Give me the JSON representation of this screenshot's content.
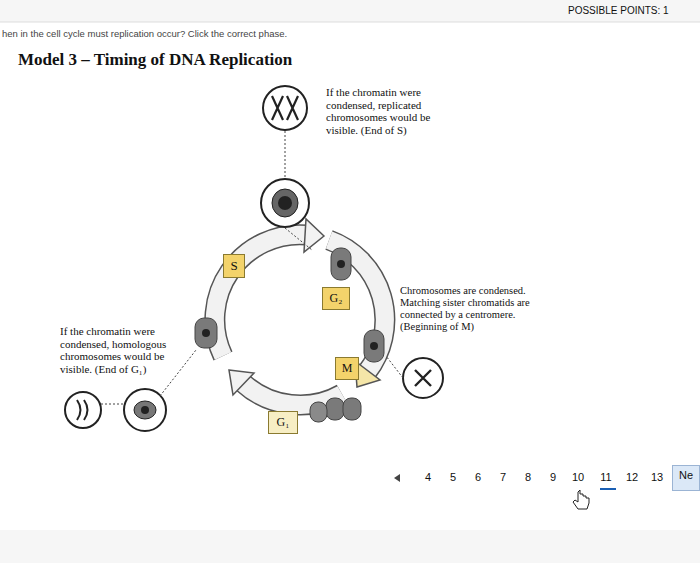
{
  "diagram": {
    "title": "Model 3 – Timing of DNA Replication",
    "nodes": [
      {
        "text": [
          "S"
        ]
      },
      {
        "text": [
          "G₂"
        ]
      },
      {
        "text": [
          "M"
        ]
      },
      {
        "text": [
          "G₁"
        ]
      },
      {
        "text": [
          "Ne"
        ]
      }
    ],
    "labels": [
      "POSSIBLE POINTS: 1",
      "hen in the cell cycle must replication occur? Click the correct phase.",
      "If the chromatin were condensed, replicated chromosomes would be visible. (End of S)",
      "Chromosomes are condensed. Matching sister chromatids are connected by a centromere. (Beginning of M)",
      "If the chromatin were condensed, homologous chromosomes would be visible. (End of G₁)",
      "4",
      "5",
      "6",
      "7",
      "8",
      "9",
      "10",
      "11",
      "12",
      "13"
    ]
  }
}
